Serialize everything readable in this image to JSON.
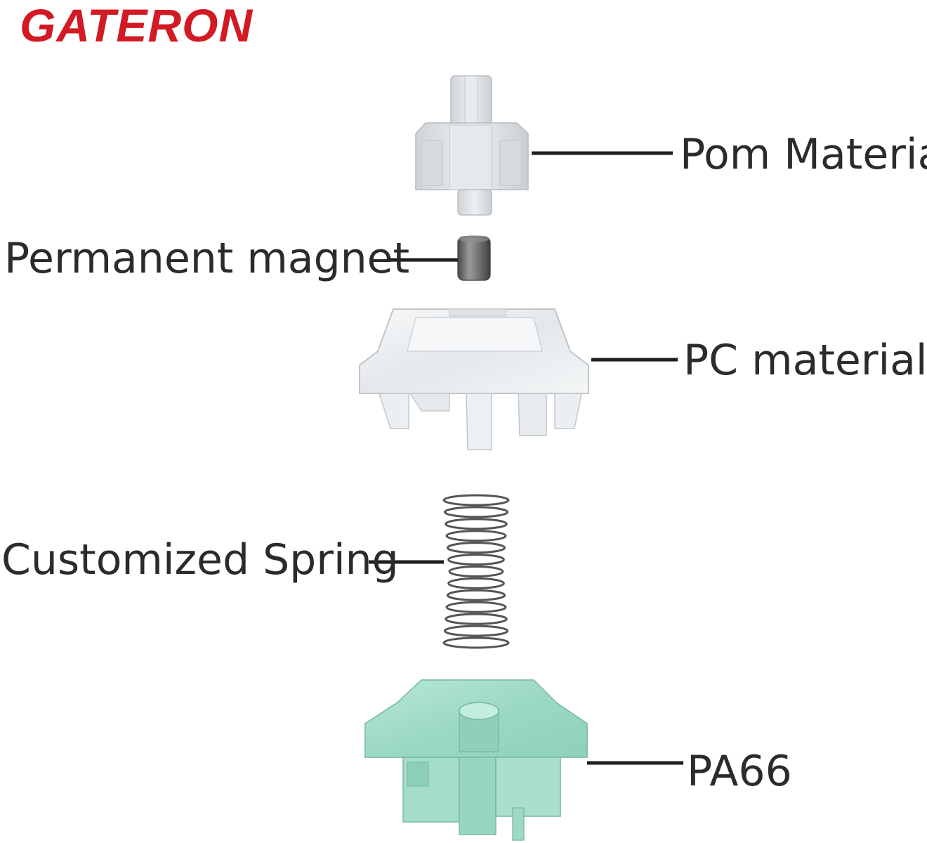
{
  "brand": {
    "name": "GATERON",
    "color": "#d11a24"
  },
  "parts": [
    {
      "id": "stem",
      "label": "Pom Materia",
      "color": "#dfe3e6"
    },
    {
      "id": "magnet",
      "label": "Permanent magnet",
      "color": "#6d6d6d"
    },
    {
      "id": "top-housing",
      "label": "PC material",
      "color": "#eef1f3"
    },
    {
      "id": "spring",
      "label": "Customized Spring",
      "color": "#555555"
    },
    {
      "id": "bottom-housing",
      "label": "PA66",
      "color": "#a7dfcc"
    }
  ]
}
